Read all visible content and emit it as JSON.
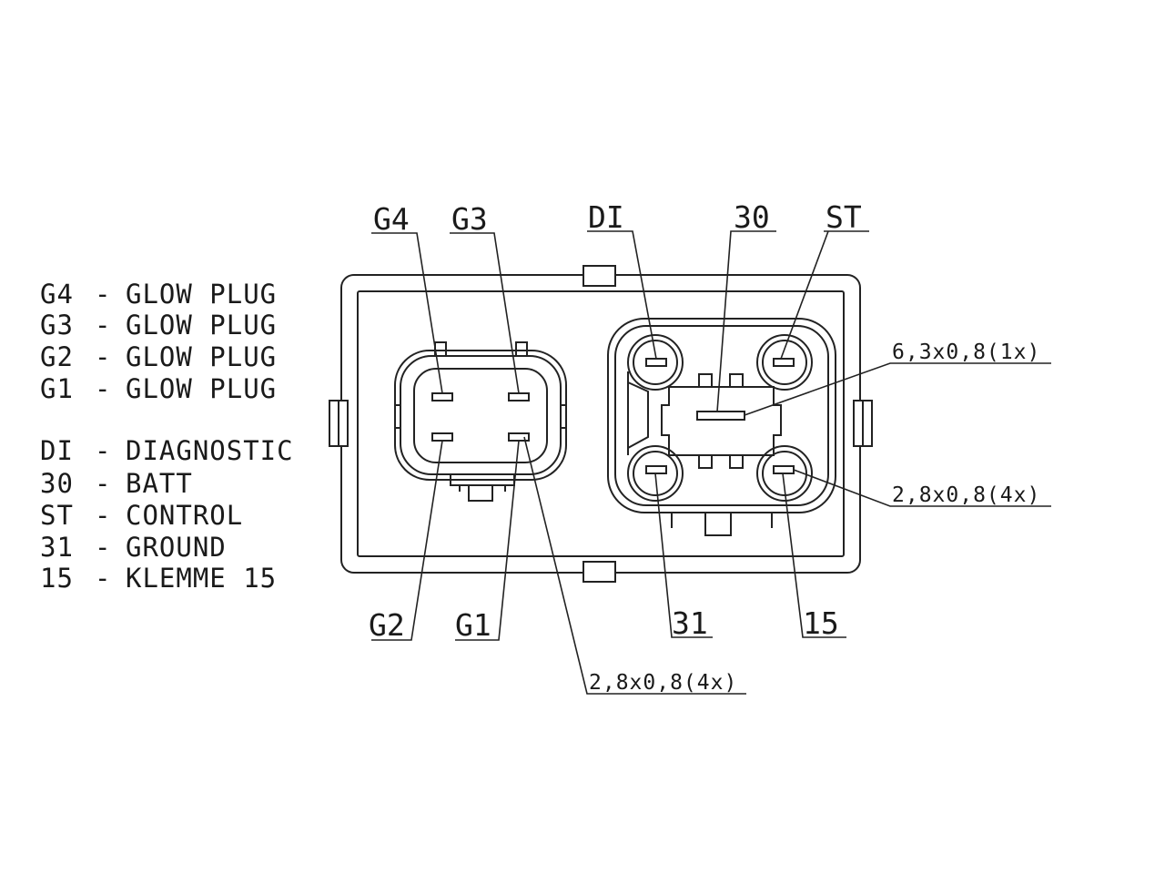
{
  "legend": {
    "glow": [
      {
        "code": "G4",
        "text": "GLOW PLUG"
      },
      {
        "code": "G3",
        "text": "GLOW PLUG"
      },
      {
        "code": "G2",
        "text": "GLOW PLUG"
      },
      {
        "code": "G1",
        "text": "GLOW PLUG"
      }
    ],
    "signals": [
      {
        "code": "DI",
        "text": "DIAGNOSTIC"
      },
      {
        "code": "30",
        "text": "BATT"
      },
      {
        "code": "ST",
        "text": "CONTROL"
      },
      {
        "code": "31",
        "text": "GROUND"
      },
      {
        "code": "15",
        "text": "KLEMME 15"
      }
    ],
    "separator": "-"
  },
  "pins": {
    "g4": "G4",
    "g3": "G3",
    "g2": "G2",
    "g1": "G1",
    "di": "DI",
    "batt": "30",
    "st": "ST",
    "gnd": "31",
    "kl15": "15"
  },
  "dimensions": {
    "large_terminal": "6,3x0,8(1x)",
    "small_terminals_right": "2,8x0,8(4x)",
    "small_terminals_left": "2,8x0,8(4x)"
  }
}
